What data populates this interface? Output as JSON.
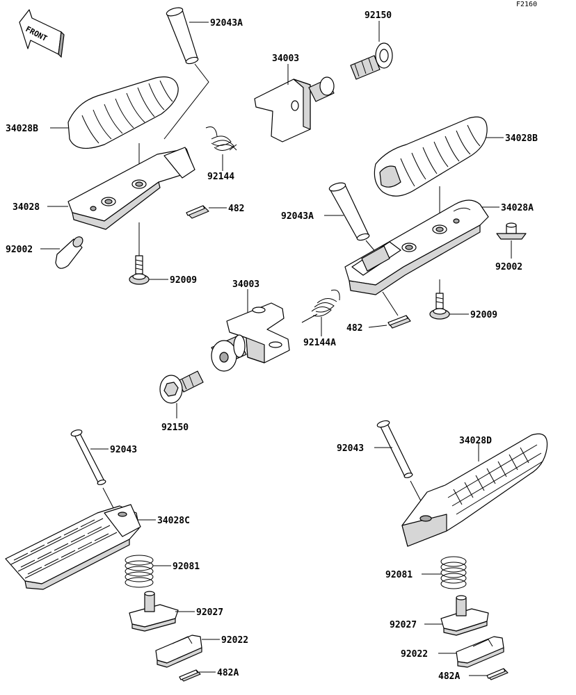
{
  "diagram_code": "F2160",
  "front_label": "FRONT",
  "labels": {
    "pin_upper_left": "92043A",
    "bolt_upper": "92150",
    "bracket_upper": "34003",
    "rubber_upper_left": "34028B",
    "spring_upper": "92144",
    "footpeg_upper_left": "34028",
    "clip_upper": "482",
    "rubber_right": "34028B",
    "pin_right": "92043A",
    "footpeg_right": "34028A",
    "stopper_left": "92002",
    "stopper_right": "92002",
    "screw_left": "92009",
    "bracket_lower": "34003",
    "screw_right": "92009",
    "clip_mid": "482",
    "spring_lower": "92144A",
    "bolt_lower": "92150",
    "pin_lower_left": "92043",
    "pin_lower_right": "92043",
    "footpeg_lower_right": "34028D",
    "footpeg_lower_left": "34028C",
    "spring_coil_left": "92081",
    "spring_coil_right": "92081",
    "stay_left": "92027",
    "stay_right": "92027",
    "plate_left": "92022",
    "plate_right": "92022",
    "clip_left": "482A",
    "clip_right": "482A"
  }
}
